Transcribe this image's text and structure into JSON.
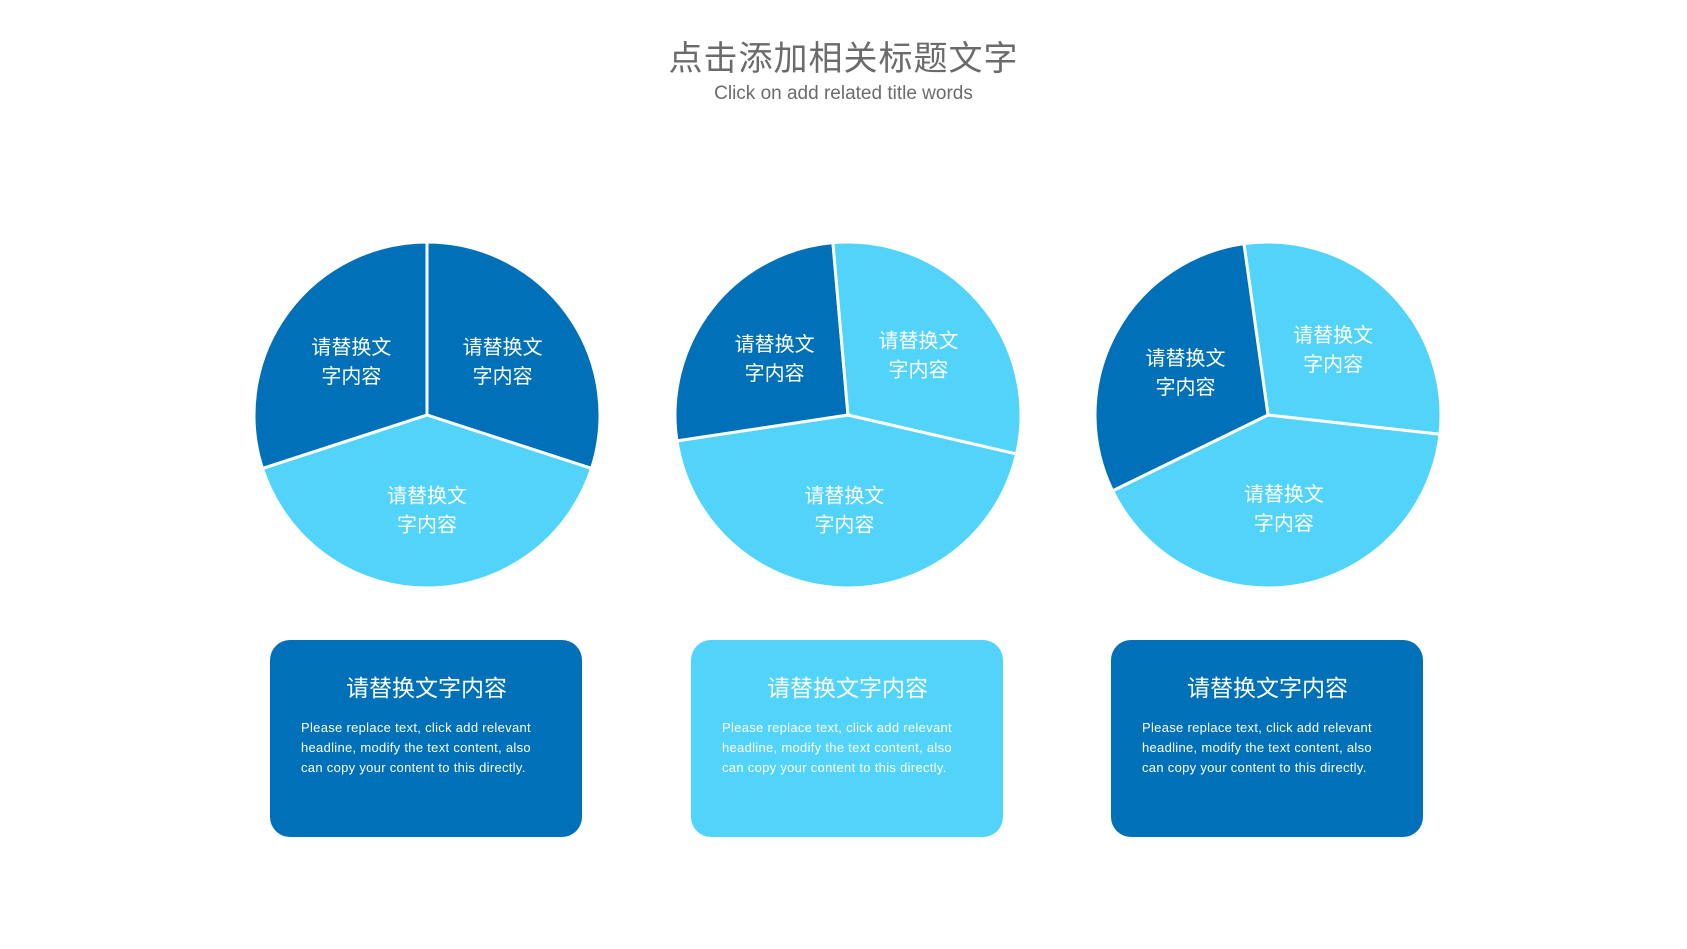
{
  "header": {
    "title": "点击添加相关标题文字",
    "subtitle": "Click on add related title words"
  },
  "colors": {
    "dark": "#0071b8",
    "light": "#52d3fa"
  },
  "chart_data": [
    {
      "type": "pie",
      "slices": [
        {
          "label": "请替换文字内容",
          "value": 30,
          "color": "#0071b8"
        },
        {
          "label": "请替换文字内容",
          "value": 40,
          "color": "#52d3fa"
        },
        {
          "label": "请替换文字内容",
          "value": 30,
          "color": "#0071b8"
        }
      ]
    },
    {
      "type": "pie",
      "slices": [
        {
          "label": "请替换文字内容",
          "value": 44,
          "color": "#52d3fa"
        },
        {
          "label": "请替换文字内容",
          "value": 26,
          "color": "#0071b8"
        },
        {
          "label": "请替换文字内容",
          "value": 30,
          "color": "#52d3fa"
        }
      ]
    },
    {
      "type": "pie",
      "slices": [
        {
          "label": "请替换文字内容",
          "value": 29,
          "color": "#52d3fa"
        },
        {
          "label": "请替换文字内容",
          "value": 41,
          "color": "#52d3fa"
        },
        {
          "label": "请替换文字内容",
          "value": 30,
          "color": "#0071b8"
        }
      ]
    }
  ],
  "cards": [
    {
      "title": "请替换文字内容",
      "text": "Please replace text, click add relevant headline, modify the text content, also can copy your content to this directly.",
      "color": "#0071b8"
    },
    {
      "title": "请替换文字内容",
      "text": "Please replace text, click add relevant headline, modify the text content, also can copy your content to this directly.",
      "color": "#52d3fa"
    },
    {
      "title": "请替换文字内容",
      "text": "Please replace text, click add relevant headline, modify the text content, also can copy your content to this directly.",
      "color": "#0071b8"
    }
  ]
}
